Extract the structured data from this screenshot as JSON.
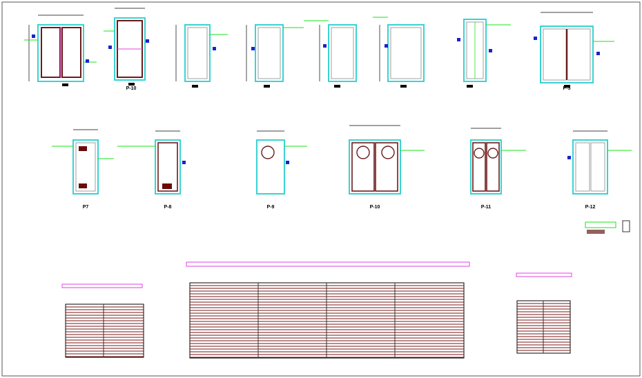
{
  "colors": {
    "background": "#ffffff",
    "frame": "#39d3d3",
    "leaf": "#6b1a1a",
    "dimension": "#000000",
    "annotation": "#17e617",
    "glass": "#b0c0ff",
    "marker": "#1a22cc",
    "axis": "#e040e0",
    "hardware": "#6b0a0a",
    "slats": "#7a1515"
  },
  "row1": {
    "door_labels": [
      "",
      "P-10",
      "",
      "",
      "",
      "",
      "",
      "P-5"
    ]
  },
  "row2": {
    "door_labels": [
      "P7",
      "P-8",
      "P-9",
      "P-10",
      "P-11",
      "P-12"
    ]
  }
}
